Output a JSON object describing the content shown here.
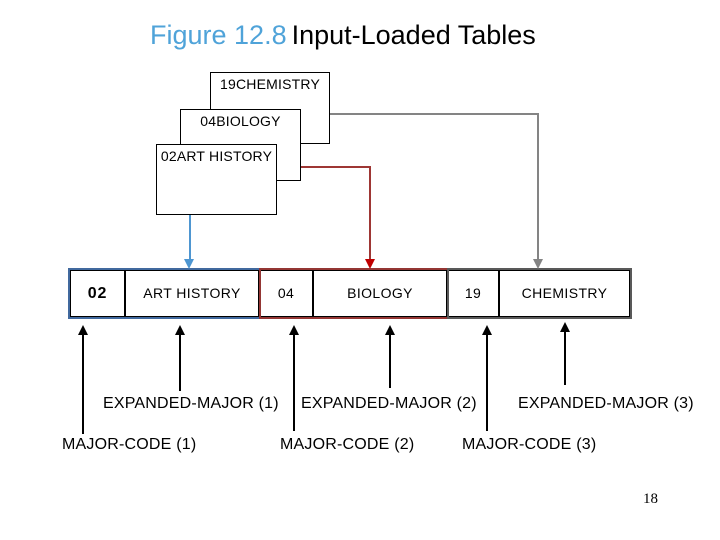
{
  "slide": {
    "figure_label": "Figure 12.8",
    "figure_title": "Input-Loaded Tables",
    "page_number": "18"
  },
  "input_boxes": [
    {
      "label": "19CHEMISTRY"
    },
    {
      "label": "04BIOLOGY"
    },
    {
      "label": "02ART HISTORY"
    }
  ],
  "loaded_table": {
    "cells": [
      "02",
      "ART HISTORY",
      "04",
      "BIOLOGY",
      "19",
      "CHEMISTRY"
    ]
  },
  "field_labels": {
    "expanded_major": [
      "EXPANDED-MAJOR (1)",
      "EXPANDED-MAJOR (2)",
      "EXPANDED-MAJOR (3)"
    ],
    "major_code": [
      "MAJOR-CODE (1)",
      "MAJOR-CODE (2)",
      "MAJOR-CODE (3)"
    ]
  },
  "colors": {
    "title_accent": "#4fa3d9",
    "arrow_blue": "#4e96d1",
    "line_red": "#9e3634",
    "arrowhead_red": "#c00000",
    "arrow_gray": "#848484",
    "group_border_blue": "#41699e",
    "group_border_red": "#943634",
    "group_border_gray": "#595959"
  }
}
